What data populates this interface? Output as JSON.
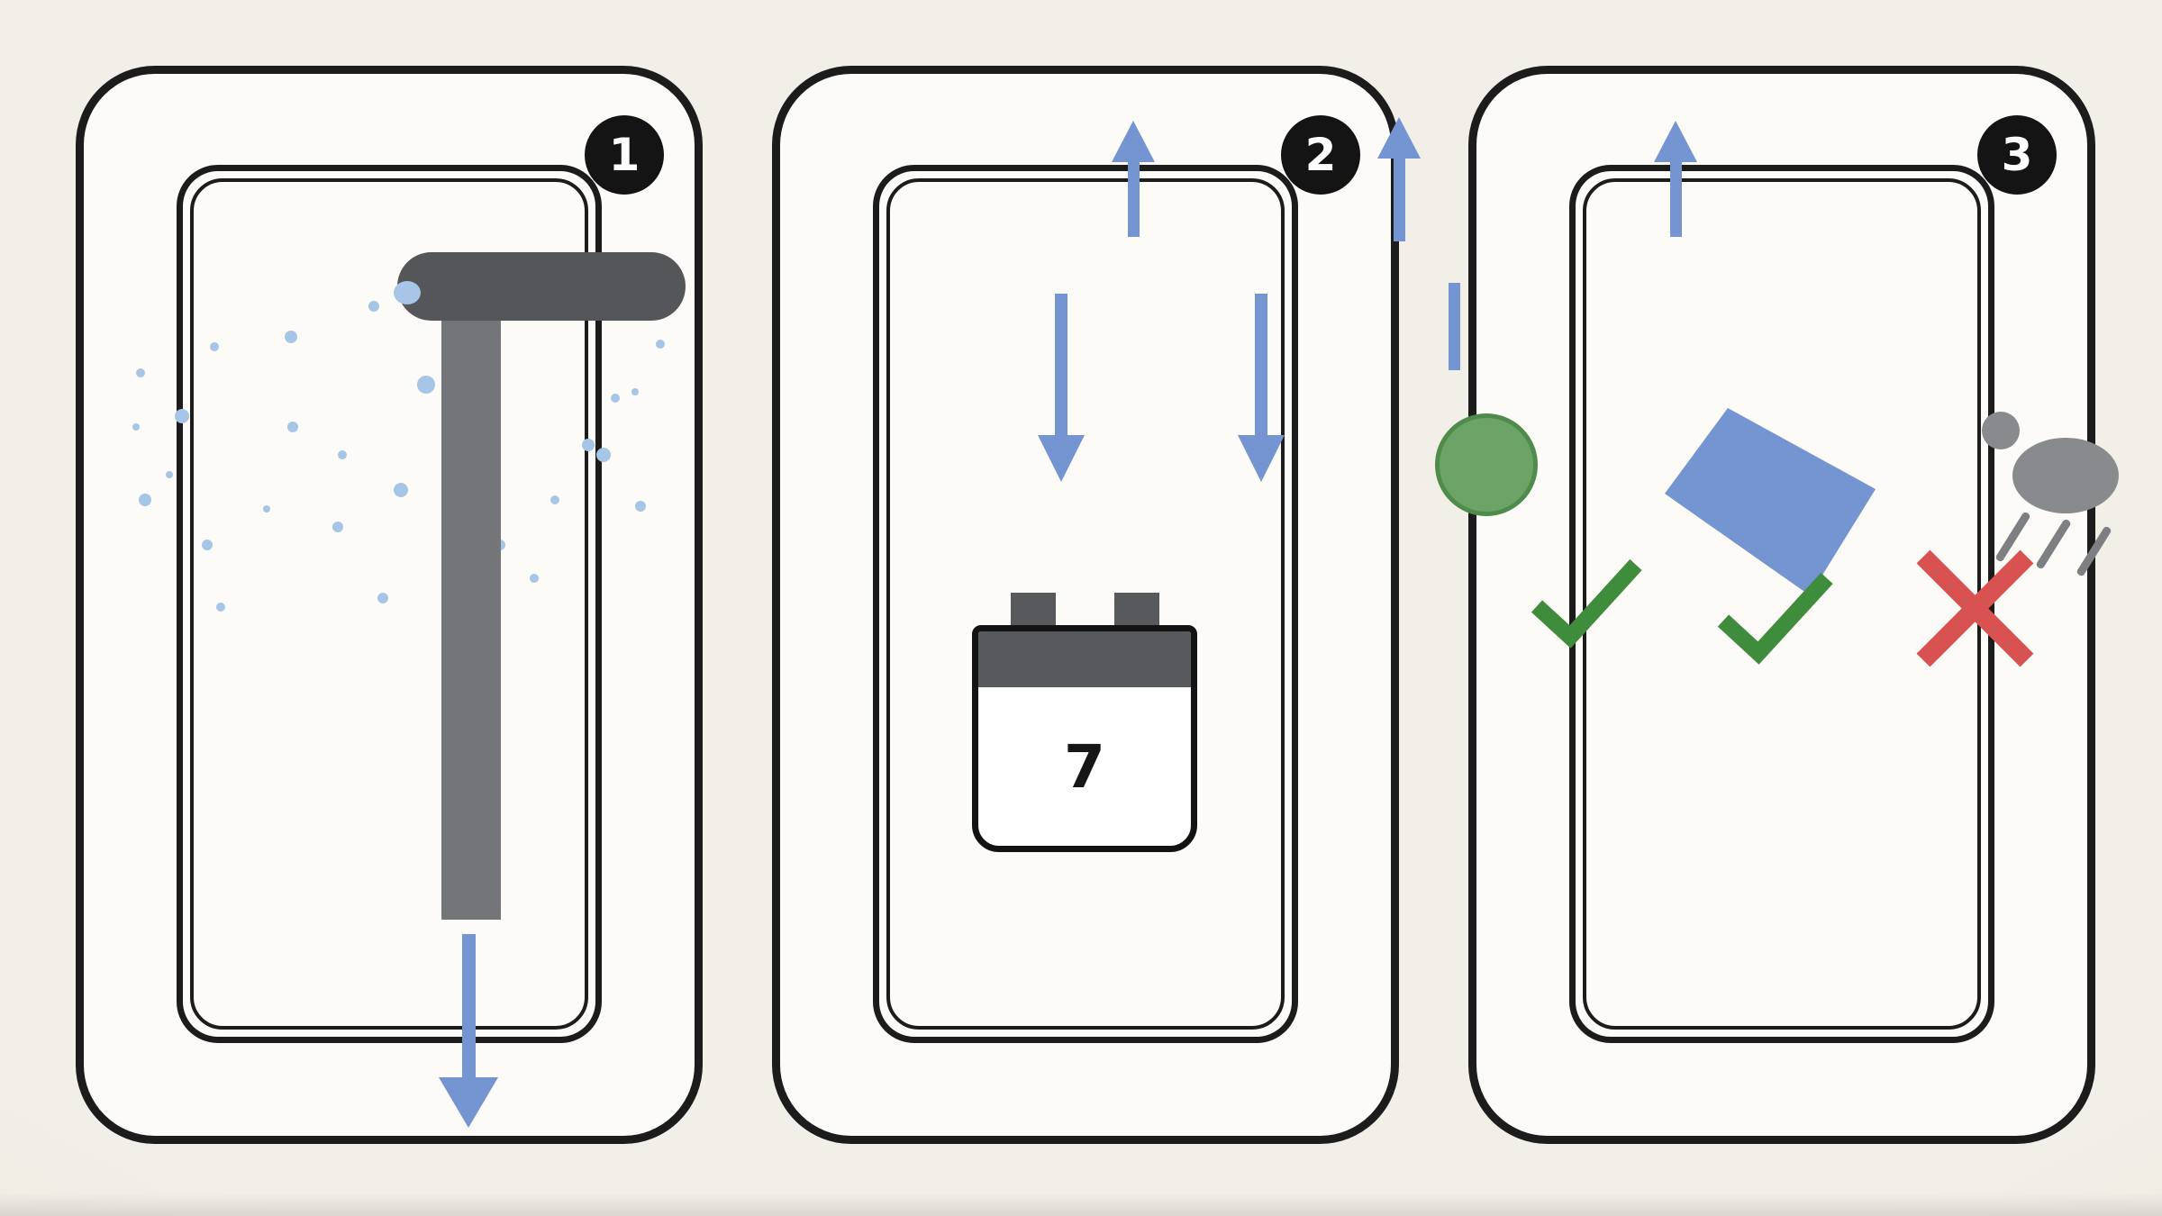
{
  "page": {
    "type": "three-step-instructional-diagram",
    "visible_text": [
      "1",
      "2",
      "3",
      "7"
    ]
  },
  "steps": [
    {
      "badge": "1",
      "description_icons": [
        "phone-frame",
        "squeegee-tool-icon",
        "spray-droplets-icon",
        "swipe-down-arrow-icon"
      ]
    },
    {
      "badge": "2",
      "calendar_day": "7",
      "description_icons": [
        "phone-frame",
        "arrow-up-icon",
        "arrow-down-icon",
        "arrow-down-icon",
        "calendar-icon"
      ]
    },
    {
      "badge": "3",
      "description_icons": [
        "phone-frame",
        "arrow-up-icon",
        "green-dot-icon",
        "blue-card-shape-icon",
        "checkmark-icon",
        "checkmark-icon",
        "cross-icon",
        "fly-bug-icon"
      ]
    }
  ],
  "colors": {
    "background": "#f2efe8",
    "panel_fill": "#fcfbf7",
    "outline": "#1c1c1c",
    "arrow_blue": "#7494d2",
    "droplet_blue": "#a6c5e7",
    "tool_dark": "#55565a",
    "tool_light": "#747579",
    "calendar_gray": "#58595d",
    "check_green": "#3f8d3c",
    "cross_red": "#d95252",
    "dot_green": "#6ca468",
    "dot_green_edge": "#4f8c4b",
    "bug_gray": "#898a8e"
  }
}
